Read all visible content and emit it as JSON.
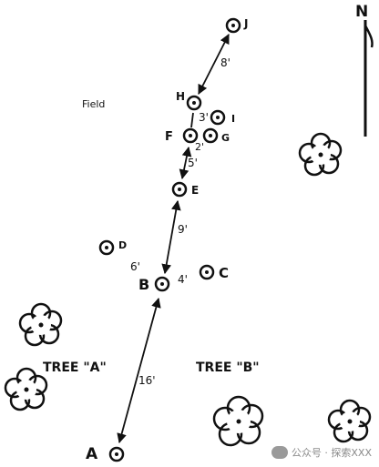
{
  "field_label": "Field",
  "north_label": "N",
  "tree_a_label": "TREE \"A\"",
  "tree_b_label": "TREE \"B\"",
  "markers": {
    "A": "A",
    "B": "B",
    "C": "C",
    "D": "D",
    "E": "E",
    "F": "F",
    "G": "G",
    "H": "H",
    "I": "I",
    "J": "J"
  },
  "distances": {
    "A_B": "16'",
    "B_E": "9'",
    "B_D": "6'",
    "B_C": "4'",
    "E_F": "5'",
    "F_G": "2'",
    "H_I": "3'",
    "H_J": "8'"
  },
  "watermark": "公众号 · 探索XXX",
  "colors": {
    "ink": "#111111",
    "watermark": "#8a8a8a"
  }
}
